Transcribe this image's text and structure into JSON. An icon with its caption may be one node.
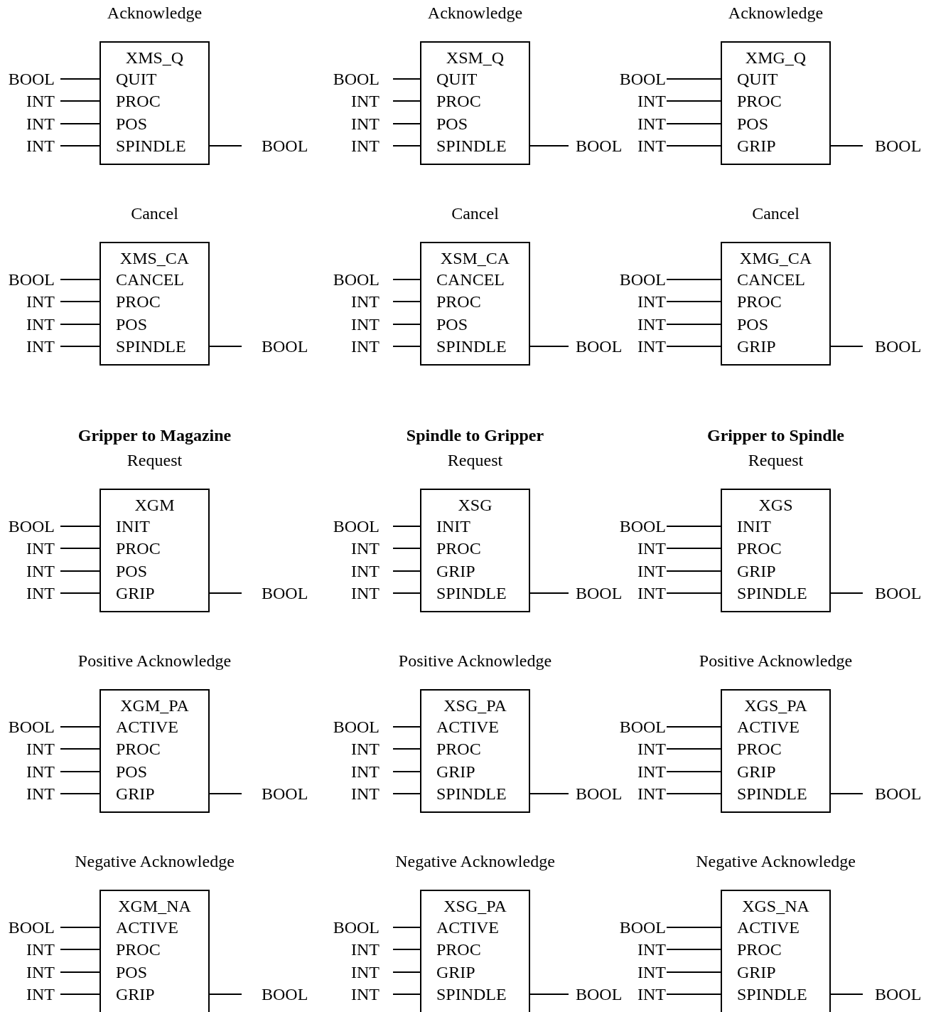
{
  "diagram": {
    "nodes": [
      {
        "text": [
          "Acknowledge",
          "XMS_Q",
          "QUIT",
          "PROC",
          "POS",
          "SPINDLE"
        ]
      },
      {
        "text": [
          "BOOL"
        ]
      },
      {
        "text": [
          "INT"
        ]
      },
      {
        "text": [
          "INT"
        ]
      },
      {
        "text": [
          "INT"
        ]
      },
      {
        "text": [
          "BOOL"
        ]
      },
      {
        "text": [
          "Acknowledge",
          "XSM_Q",
          "QUIT",
          "PROC",
          "POS",
          "SPINDLE"
        ]
      },
      {
        "text": [
          "BOOL"
        ]
      },
      {
        "text": [
          "INT"
        ]
      },
      {
        "text": [
          "INT"
        ]
      },
      {
        "text": [
          "INT"
        ]
      },
      {
        "text": [
          "BOOL"
        ]
      },
      {
        "text": [
          "Acknowledge",
          "XMG_Q",
          "QUIT",
          "PROC",
          "POS",
          "GRIP"
        ]
      },
      {
        "text": [
          "BOOL"
        ]
      },
      {
        "text": [
          "INT"
        ]
      },
      {
        "text": [
          "INT"
        ]
      },
      {
        "text": [
          "INT"
        ]
      },
      {
        "text": [
          "BOOL"
        ]
      },
      {
        "text": [
          "Cancel",
          "XMS_CA",
          "CANCEL",
          "PROC",
          "POS",
          "SPINDLE"
        ]
      },
      {
        "text": [
          "BOOL"
        ]
      },
      {
        "text": [
          "INT"
        ]
      },
      {
        "text": [
          "INT"
        ]
      },
      {
        "text": [
          "INT"
        ]
      },
      {
        "text": [
          "BOOL"
        ]
      },
      {
        "text": [
          "Cancel",
          "XSM_CA",
          "CANCEL",
          "PROC",
          "POS",
          "SPINDLE"
        ]
      },
      {
        "text": [
          "BOOL"
        ]
      },
      {
        "text": [
          "INT"
        ]
      },
      {
        "text": [
          "INT"
        ]
      },
      {
        "text": [
          "INT"
        ]
      },
      {
        "text": [
          "BOOL"
        ]
      },
      {
        "text": [
          "Cancel",
          "XMG_CA",
          "CANCEL",
          "PROC",
          "POS",
          "GRIP"
        ]
      },
      {
        "text": [
          "BOOL"
        ]
      },
      {
        "text": [
          "INT"
        ]
      },
      {
        "text": [
          "INT"
        ]
      },
      {
        "text": [
          "INT"
        ]
      },
      {
        "text": [
          "BOOL"
        ]
      },
      {
        "text": [
          "Request",
          "XGM",
          "INIT",
          "PROC",
          "POS",
          "GRIP"
        ]
      },
      {
        "text": [
          "BOOL"
        ]
      },
      {
        "text": [
          "INT"
        ]
      },
      {
        "text": [
          "INT"
        ]
      },
      {
        "text": [
          "INT"
        ]
      },
      {
        "text": [
          "BOOL"
        ]
      },
      {
        "text": [
          "Request",
          "XSG",
          "INIT",
          "PROC",
          "GRIP",
          "SPINDLE"
        ]
      },
      {
        "text": [
          "BOOL"
        ]
      },
      {
        "text": [
          "INT"
        ]
      },
      {
        "text": [
          "INT"
        ]
      },
      {
        "text": [
          "INT"
        ]
      },
      {
        "text": [
          "BOOL"
        ]
      },
      {
        "text": [
          "Request",
          "XGS",
          "INIT",
          "PROC",
          "GRIP",
          "SPINDLE"
        ]
      },
      {
        "text": [
          "BOOL"
        ]
      },
      {
        "text": [
          "INT"
        ]
      },
      {
        "text": [
          "INT"
        ]
      },
      {
        "text": [
          "INT"
        ]
      },
      {
        "text": [
          "BOOL"
        ]
      },
      {
        "text": [
          "Positive Acknowledge",
          "XGM_PA",
          "ACTIVE",
          "PROC",
          "POS",
          "GRIP"
        ]
      },
      {
        "text": [
          "BOOL"
        ]
      },
      {
        "text": [
          "INT"
        ]
      },
      {
        "text": [
          "INT"
        ]
      },
      {
        "text": [
          "INT"
        ]
      },
      {
        "text": [
          "BOOL"
        ]
      },
      {
        "text": [
          "Positive Acknowledge",
          "XSG_PA",
          "ACTIVE",
          "PROC",
          "GRIP",
          "SPINDLE"
        ]
      },
      {
        "text": [
          "BOOL"
        ]
      },
      {
        "text": [
          "INT"
        ]
      },
      {
        "text": [
          "INT"
        ]
      },
      {
        "text": [
          "INT"
        ]
      },
      {
        "text": [
          "BOOL"
        ]
      },
      {
        "text": [
          "Positive Acknowledge",
          "XGS_PA",
          "ACTIVE",
          "PROC",
          "GRIP",
          "SPINDLE"
        ]
      },
      {
        "text": [
          "BOOL"
        ]
      },
      {
        "text": [
          "INT"
        ]
      },
      {
        "text": [
          "INT"
        ]
      },
      {
        "text": [
          "INT"
        ]
      },
      {
        "text": [
          "BOOL"
        ]
      },
      {
        "text": [
          "Negative Acknowledge",
          "XGM_NA",
          "ACTIVE",
          "PROC",
          "POS",
          "GRIP"
        ]
      },
      {
        "text": [
          "BOOL"
        ]
      },
      {
        "text": [
          "INT"
        ]
      },
      {
        "text": [
          "INT"
        ]
      },
      {
        "text": [
          "INT"
        ]
      },
      {
        "text": [
          "BOOL"
        ]
      },
      {
        "text": [
          "Negative Acknowledge",
          "XSG_PA",
          "ACTIVE",
          "PROC",
          "GRIP",
          "SPINDLE"
        ]
      },
      {
        "text": [
          "BOOL"
        ]
      },
      {
        "text": [
          "INT"
        ]
      },
      {
        "text": [
          "INT"
        ]
      },
      {
        "text": [
          "INT"
        ]
      },
      {
        "text": [
          "BOOL"
        ]
      },
      {
        "text": [
          "Negative Acknowledge",
          "XGS_NA",
          "ACTIVE",
          "PROC",
          "GRIP",
          "SPINDLE"
        ]
      },
      {
        "text": [
          "BOOL"
        ]
      },
      {
        "text": [
          "INT"
        ]
      },
      {
        "text": [
          "INT"
        ]
      },
      {
        "text": [
          "INT"
        ]
      },
      {
        "text": [
          "BOOL"
        ]
      }
    ],
    "edges": [
      {
        "from": 1,
        "to": 0,
        "arrow": "none"
      },
      {
        "from": 2,
        "to": 0,
        "arrow": "none"
      },
      {
        "from": 3,
        "to": 0,
        "arrow": "none"
      },
      {
        "from": 4,
        "to": 0,
        "arrow": "none"
      },
      {
        "from": 0,
        "to": 5,
        "arrow": "none"
      },
      {
        "from": 7,
        "to": 6,
        "arrow": "none"
      },
      {
        "from": 8,
        "to": 6,
        "arrow": "none"
      },
      {
        "from": 9,
        "to": 6,
        "arrow": "none"
      },
      {
        "from": 10,
        "to": 6,
        "arrow": "none"
      },
      {
        "from": 6,
        "to": 11,
        "arrow": "none"
      },
      {
        "from": 13,
        "to": 12,
        "arrow": "none"
      },
      {
        "from": 14,
        "to": 12,
        "arrow": "none"
      },
      {
        "from": 15,
        "to": 12,
        "arrow": "none"
      },
      {
        "from": 16,
        "to": 12,
        "arrow": "none"
      },
      {
        "from": 12,
        "to": 17,
        "arrow": "none"
      },
      {
        "from": 19,
        "to": 18,
        "arrow": "none"
      },
      {
        "from": 20,
        "to": 18,
        "arrow": "none"
      },
      {
        "from": 21,
        "to": 18,
        "arrow": "none"
      },
      {
        "from": 22,
        "to": 18,
        "arrow": "none"
      },
      {
        "from": 18,
        "to": 23,
        "arrow": "none"
      },
      {
        "from": 25,
        "to": 24,
        "arrow": "none"
      },
      {
        "from": 26,
        "to": 24,
        "arrow": "none"
      },
      {
        "from": 27,
        "to": 24,
        "arrow": "none"
      },
      {
        "from": 28,
        "to": 24,
        "arrow": "none"
      },
      {
        "from": 24,
        "to": 29,
        "arrow": "none"
      },
      {
        "from": 31,
        "to": 30,
        "arrow": "none"
      },
      {
        "from": 32,
        "to": 30,
        "arrow": "none"
      },
      {
        "from": 33,
        "to": 30,
        "arrow": "none"
      },
      {
        "from": 34,
        "to": 30,
        "arrow": "none"
      },
      {
        "from": 30,
        "to": 35,
        "arrow": "none"
      },
      {
        "from": 37,
        "to": 36,
        "arrow": "none"
      },
      {
        "from": 38,
        "to": 36,
        "arrow": "none"
      },
      {
        "from": 39,
        "to": 36,
        "arrow": "none"
      },
      {
        "from": 40,
        "to": 36,
        "arrow": "none"
      },
      {
        "from": 36,
        "to": 41,
        "arrow": "none"
      },
      {
        "from": 43,
        "to": 42,
        "arrow": "none"
      },
      {
        "from": 44,
        "to": 42,
        "arrow": "none"
      },
      {
        "from": 45,
        "to": 42,
        "arrow": "none"
      },
      {
        "from": 46,
        "to": 42,
        "arrow": "none"
      },
      {
        "from": 42,
        "to": 47,
        "arrow": "none"
      },
      {
        "from": 49,
        "to": 48,
        "arrow": "none"
      },
      {
        "from": 50,
        "to": 48,
        "arrow": "none"
      },
      {
        "from": 51,
        "to": 48,
        "arrow": "none"
      },
      {
        "from": 52,
        "to": 48,
        "arrow": "none"
      },
      {
        "from": 48,
        "to": 53,
        "arrow": "none"
      },
      {
        "from": 55,
        "to": 54,
        "arrow": "none"
      },
      {
        "from": 56,
        "to": 54,
        "arrow": "none"
      },
      {
        "from": 57,
        "to": 54,
        "arrow": "none"
      },
      {
        "from": 58,
        "to": 54,
        "arrow": "none"
      },
      {
        "from": 54,
        "to": 59,
        "arrow": "none"
      },
      {
        "from": 61,
        "to": 60,
        "arrow": "none"
      },
      {
        "from": 62,
        "to": 60,
        "arrow": "none"
      },
      {
        "from": 63,
        "to": 60,
        "arrow": "none"
      },
      {
        "from": 64,
        "to": 60,
        "arrow": "none"
      },
      {
        "from": 60,
        "to": 65,
        "arrow": "none"
      },
      {
        "from": 67,
        "to": 66,
        "arrow": "none"
      },
      {
        "from": 68,
        "to": 66,
        "arrow": "none"
      },
      {
        "from": 69,
        "to": 66,
        "arrow": "none"
      },
      {
        "from": 70,
        "to": 66,
        "arrow": "none"
      },
      {
        "from": 66,
        "to": 71,
        "arrow": "none"
      },
      {
        "from": 73,
        "to": 72,
        "arrow": "none"
      },
      {
        "from": 74,
        "to": 72,
        "arrow": "none"
      },
      {
        "from": 75,
        "to": 72,
        "arrow": "none"
      },
      {
        "from": 76,
        "to": 72,
        "arrow": "none"
      },
      {
        "from": 72,
        "to": 77,
        "arrow": "none"
      },
      {
        "from": 79,
        "to": 78,
        "arrow": "none"
      },
      {
        "from": 80,
        "to": 78,
        "arrow": "none"
      },
      {
        "from": 81,
        "to": 78,
        "arrow": "none"
      },
      {
        "from": 82,
        "to": 78,
        "arrow": "none"
      },
      {
        "from": 78,
        "to": 83,
        "arrow": "none"
      },
      {
        "from": 85,
        "to": 84,
        "arrow": "none"
      },
      {
        "from": 86,
        "to": 84,
        "arrow": "none"
      },
      {
        "from": 87,
        "to": 84,
        "arrow": "none"
      },
      {
        "from": 88,
        "to": 84,
        "arrow": "none"
      },
      {
        "from": 84,
        "to": 89,
        "arrow": "none"
      }
    ],
    "labels": [
      "Gripper to Magazine",
      "Spindle to Gripper",
      "Gripper to Spindle"
    ]
  }
}
